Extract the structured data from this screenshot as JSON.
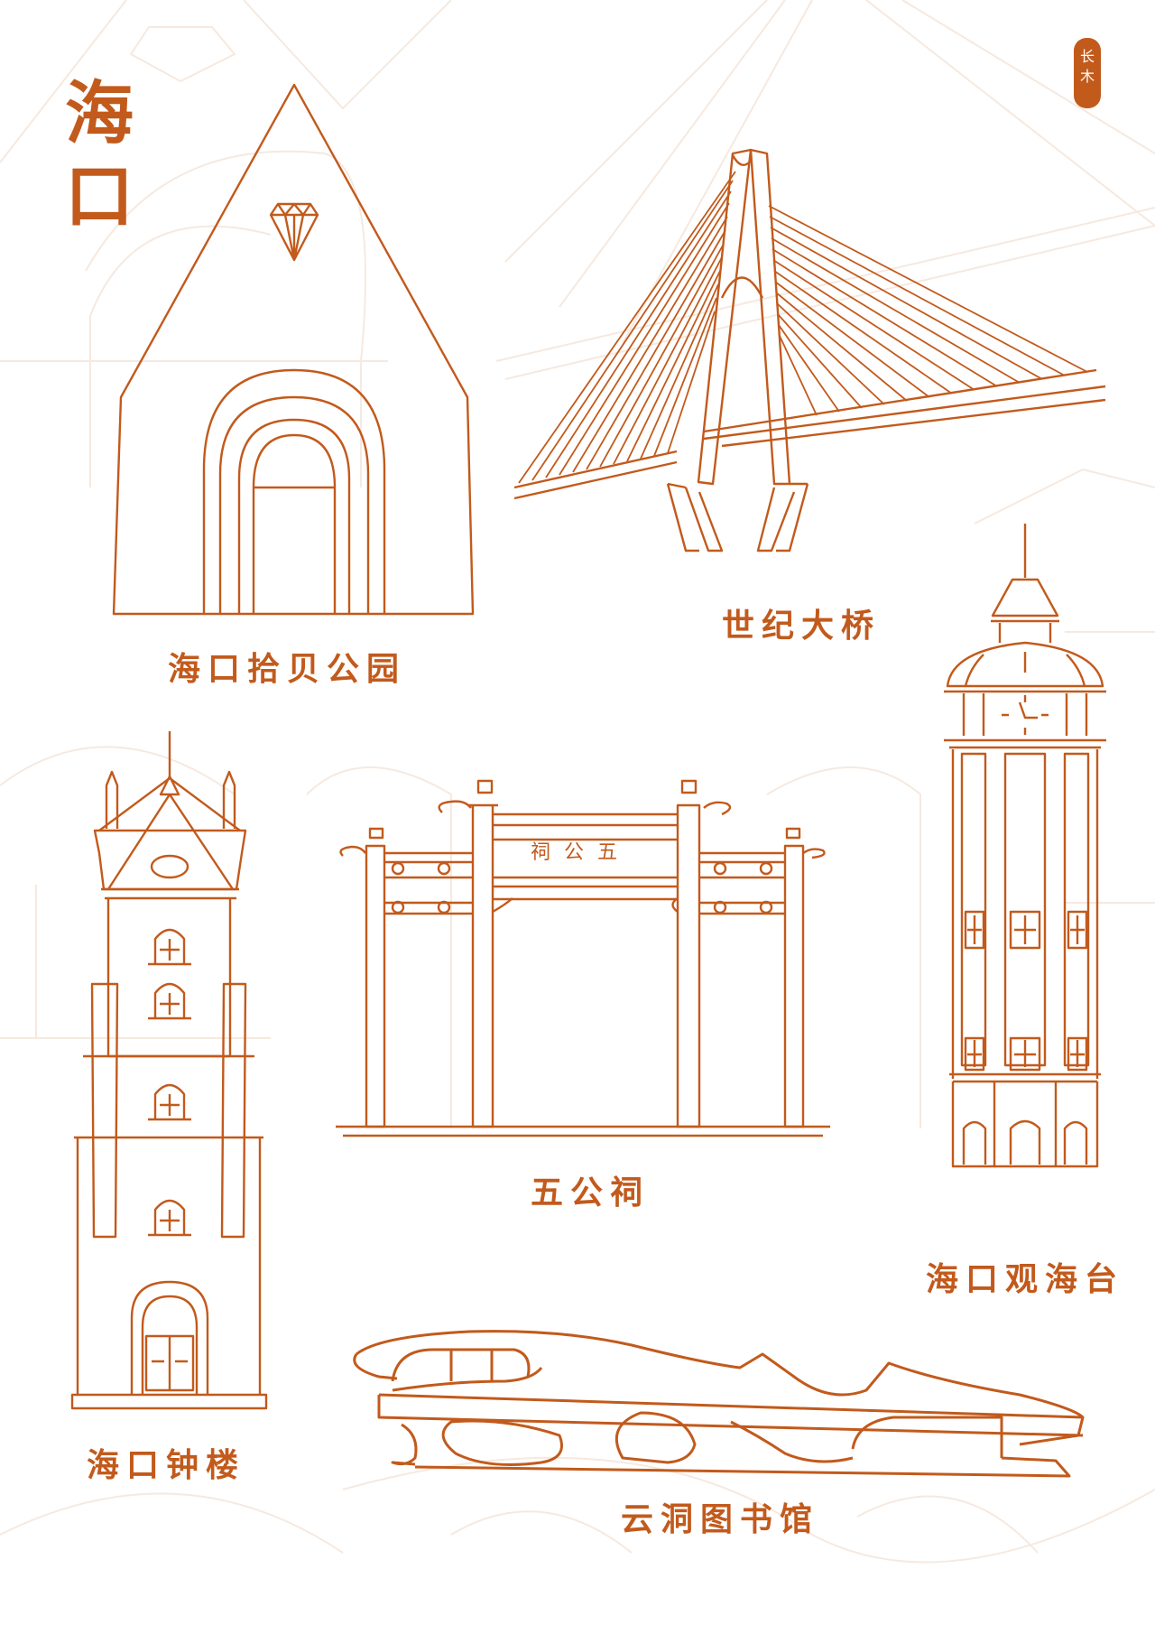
{
  "poster": {
    "title_line1": "海",
    "title_line2": "口",
    "seal_char1": "长",
    "seal_char2": "木",
    "accent_color": "#c25a1c",
    "faint_color": "#f5e6dc"
  },
  "landmarks": [
    {
      "id": "shell-park",
      "label": "海口拾贝公园"
    },
    {
      "id": "century-bridge",
      "label": "世纪大桥"
    },
    {
      "id": "clock-tower",
      "label": "海口钟楼"
    },
    {
      "id": "five-officials-temple",
      "label": "五公祠",
      "plaque_text": "祠 公 五"
    },
    {
      "id": "sea-view-tower",
      "label": "海口观海台"
    },
    {
      "id": "cloud-cave-library",
      "label": "云洞图书馆"
    }
  ]
}
